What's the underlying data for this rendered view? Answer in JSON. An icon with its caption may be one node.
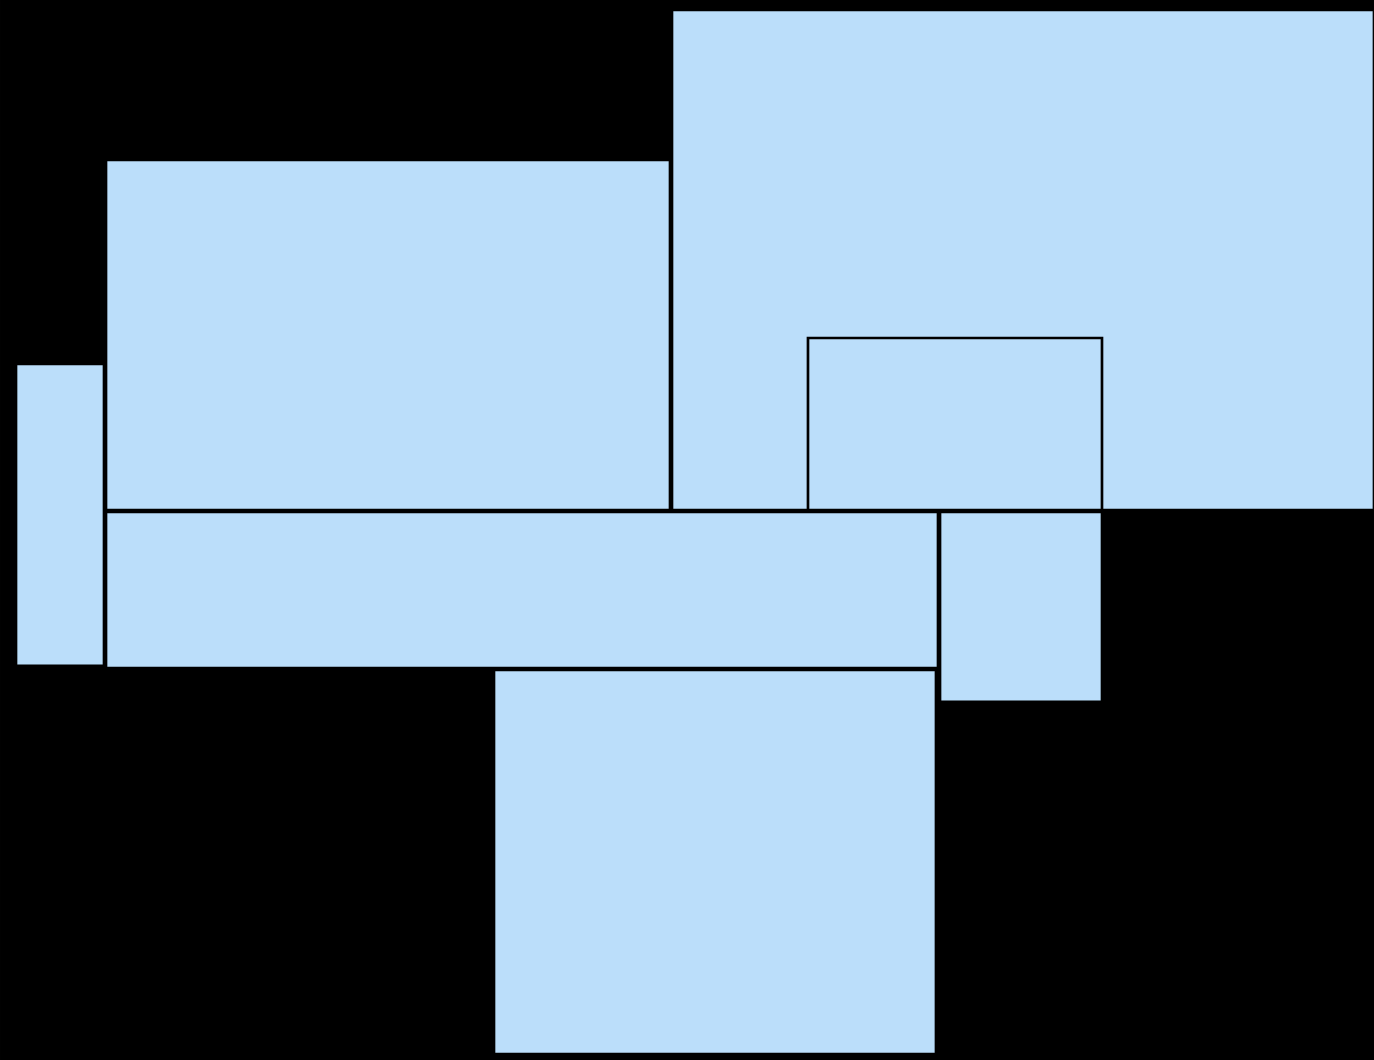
{
  "diagram": {
    "nodes": [
      {
        "text": [],
        "shape": "box"
      },
      {
        "text": [],
        "shape": "box"
      },
      {
        "text": [],
        "shape": "box",
        "in": 0
      },
      {
        "text": [],
        "shape": "box"
      },
      {
        "text": [],
        "shape": "box"
      },
      {
        "text": [],
        "shape": "box"
      },
      {
        "text": [],
        "shape": "box"
      }
    ]
  }
}
